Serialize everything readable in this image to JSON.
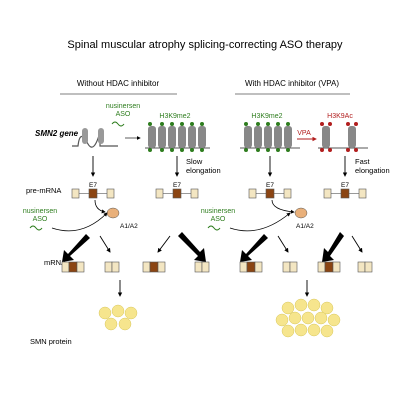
{
  "title": "Spinal muscular atrophy splicing-correcting ASO therapy",
  "panels": {
    "left": {
      "heading": "Without HDAC inhibitor",
      "mark": "H3K9me2",
      "drug": [
        "nusinersen",
        "ASO"
      ],
      "drug2": [
        "nusinersen",
        "ASO"
      ],
      "elongation": [
        "Slow",
        "elongation"
      ]
    },
    "right": {
      "heading": "With HDAC inhibitor (VPA)",
      "mark": "H3K9me2",
      "vpa": "VPA",
      "mark2": "H3K9Ac",
      "drug2": [
        "nusinersen",
        "ASO"
      ],
      "elongation": [
        "Fast",
        "elongation"
      ]
    }
  },
  "rows": {
    "gene": "SMN2 gene",
    "premrna": "pre-mRNA",
    "mrna": "mRNA",
    "protein": "SMN protein"
  },
  "exon_label": "E7",
  "factor_label": "A1/A2",
  "colors": {
    "green": "#2e7d1e",
    "red": "#b21e1e",
    "exon": "#8b4513",
    "exon_side": "#f3e6c2",
    "protein": "#f6e58d",
    "nucleosome": "#888888"
  }
}
